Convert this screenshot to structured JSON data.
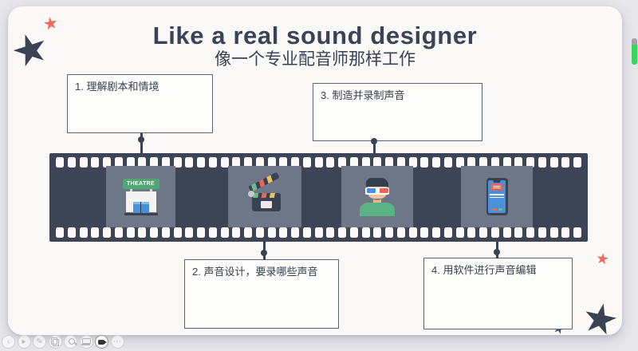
{
  "slide": {
    "title": "Like a real sound designer",
    "subtitle": "像一个专业配音师那样工作",
    "callouts": [
      {
        "label": "1. 理解剧本和情境"
      },
      {
        "label": "2. 声音设计，要录哪些声音"
      },
      {
        "label": "3. 制造并录制声音"
      },
      {
        "label": "4. 用软件进行声音编辑"
      }
    ],
    "filmstrip": {
      "frames": [
        "theatre",
        "clapperboard",
        "person-3d-glasses",
        "smartphone"
      ],
      "theatre_sign_text": "THEATRE"
    }
  },
  "toolbar": {
    "buttons": [
      {
        "name": "back",
        "icon": "chevron-left-icon",
        "glyph": "‹"
      },
      {
        "name": "play",
        "icon": "play-icon",
        "glyph": "▸"
      },
      {
        "name": "edit",
        "icon": "pencil-icon",
        "glyph": "✎"
      },
      {
        "name": "copy",
        "icon": "copy-icon",
        "glyph": ""
      },
      {
        "name": "search",
        "icon": "search-icon",
        "glyph": ""
      },
      {
        "name": "display",
        "icon": "laptop-icon",
        "glyph": ""
      },
      {
        "name": "record",
        "icon": "video-camera-icon",
        "glyph": "",
        "active": true
      },
      {
        "name": "more",
        "icon": "more-icon",
        "glyph": "⋯"
      }
    ]
  },
  "colors": {
    "navy": "#3b4254",
    "frame_gray": "#6e7787",
    "coral": "#ed6a5e",
    "green": "#4fa874",
    "blue": "#4a90d9",
    "yellow": "#e9c35e",
    "scrollbar_green": "#3ed164",
    "slide_bg": "#faf9f7",
    "page_bg": "#e7e7eb"
  }
}
